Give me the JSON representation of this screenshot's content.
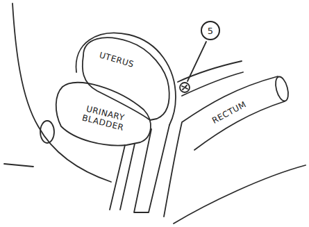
{
  "diagram": {
    "nodes": [
      {
        "text": [
          "5"
        ]
      }
    ],
    "labels": [
      "UTERUS",
      "URINARY BLADDER",
      "RECTUM"
    ]
  }
}
